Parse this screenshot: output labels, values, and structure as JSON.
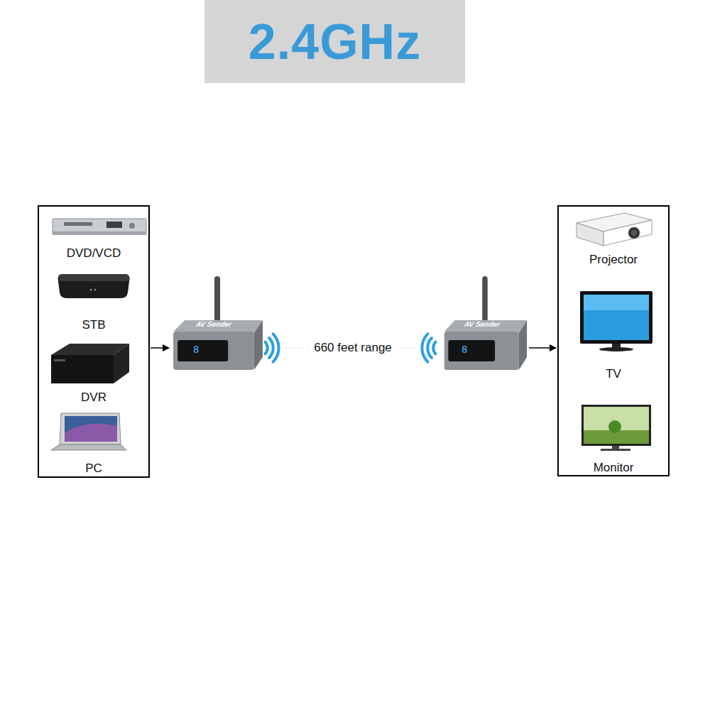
{
  "diagram": {
    "title": "2.4GHz",
    "nodes": [
      {
        "text": [
          "DVD/VCD",
          "STB",
          "DVR",
          "PC"
        ]
      },
      {
        "text": [
          "AV Sender",
          "8"
        ]
      },
      {
        "text": [
          "AV Sender",
          "8"
        ]
      },
      {
        "text": [
          "Projector",
          "TV",
          "Monitor"
        ]
      }
    ],
    "edges": [
      {
        "from": 0,
        "to": 1,
        "arrow": "to"
      },
      {
        "from": 1,
        "to": 2,
        "label": "660 feet range",
        "arrow": "none"
      },
      {
        "from": 2,
        "to": 3,
        "arrow": "to"
      }
    ]
  }
}
